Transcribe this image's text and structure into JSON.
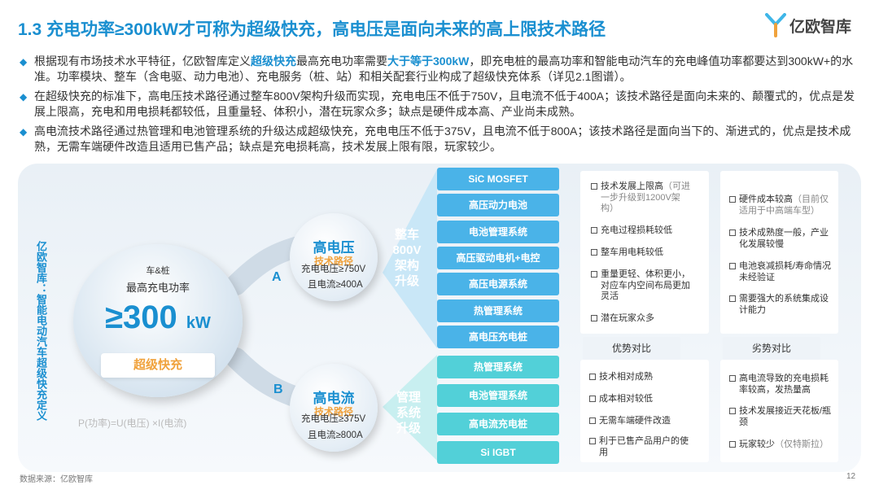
{
  "header": {
    "title": "1.3 充电功率≥300kW才可称为超级快充，高电压是面向未来的高上限技术路径",
    "logo_text": "亿欧智库"
  },
  "bullets": [
    {
      "parts": [
        "根据现有市场技术水平特征，亿欧智库定义",
        "超级快充",
        "最高充电功率需要",
        "大于等于300kW",
        "，即充电桩的最高功率和智能电动汽车的充电峰值功率都要达到300kW+的水准。功率模块、整车（含电驱、动力电池）、充电服务（桩、站）和相关配套行业构成了超级快充体系（详见2.1图谱）。"
      ]
    },
    {
      "text": "在超级快充的标准下，高电压技术路径通过整车800V架构升级而实现，充电电压不低于750V，且电流不低于400A；该技术路径是面向未来的、颠覆式的，优点是发展上限高，充电和用电损耗都较低，且重量轻、体积小，潜在玩家众多；缺点是硬件成本高、产业尚未成熟。"
    },
    {
      "text": "高电流技术路径通过热管理和电池管理系统的升级达成超级快充，充电电压不低于375V，且电流不低于800A；该技术路径是面向当下的、渐进式的，优点是技术成熟，无需车端硬件改造且适用已售产品；缺点是充电损耗高，技术发展上限有限，玩家较少。"
    }
  ],
  "diagram": {
    "side_title": "亿欧智库：智能电动汽车超级快充定义",
    "center": {
      "line1": "车&桩",
      "line2": "最高充电功率",
      "value": "≥300",
      "unit": "kW",
      "badge": "超级快充"
    },
    "formula": "P(功率)=U(电压) ×I(电流)",
    "route_a": {
      "letter": "A",
      "name": "高电压",
      "sub": "技术路径",
      "spec1": "充电电压≥750V",
      "spec2": "且电流≥400A",
      "block": "整车800V架构升级",
      "items": [
        "SiC MOSFET",
        "高压动力电池",
        "电池管理系统",
        "高压驱动电机+电控",
        "高压电源系统",
        "热管理系统",
        "高电压充电桩"
      ]
    },
    "route_b": {
      "letter": "B",
      "name": "高电流",
      "sub": "技术路径",
      "spec1": "充电电压≥375V",
      "spec2": "且电流≥800A",
      "block": "管理系统升级",
      "items": [
        "热管理系统",
        "电池管理系统",
        "高电流充电桩",
        "Si IGBT"
      ]
    },
    "adv_a": [
      {
        "t": "技术发展上限高",
        "g": "（可进一步升级到1200V架构）"
      },
      {
        "t": "充电过程损耗较低"
      },
      {
        "t": "整车用电耗较低"
      },
      {
        "t": "重量更轻、体积更小，对应车内空间布局更加灵活"
      },
      {
        "t": "潜在玩家众多"
      }
    ],
    "dis_a": [
      {
        "t": "硬件成本较高",
        "g": "（目前仅适用于中高端车型）"
      },
      {
        "t": "技术成熟度一般，产业化发展较慢"
      },
      {
        "t": "电池衰减损耗/寿命情况未经验证"
      },
      {
        "t": "需要强大的系统集成设计能力"
      }
    ],
    "hdr_adv": "优势对比",
    "hdr_dis": "劣势对比",
    "adv_b": [
      {
        "t": "技术相对成熟"
      },
      {
        "t": "成本相对较低"
      },
      {
        "t": "无需车端硬件改造"
      },
      {
        "t": "利于已售产品用户的使用"
      }
    ],
    "dis_b": [
      {
        "t": "高电流导致的充电损耗率较高，发热量高"
      },
      {
        "t": "技术发展接近天花板/瓶颈"
      },
      {
        "t": "玩家较少",
        "g": "（仅特斯拉）"
      }
    ]
  },
  "footer": {
    "source": "数据来源：亿欧智库",
    "page": "12"
  },
  "colors": {
    "accent": "#1a8fd0",
    "orange": "#f0a23c",
    "bar_blue": "#4ab3e8",
    "bar_cyan": "#52d0d8"
  }
}
